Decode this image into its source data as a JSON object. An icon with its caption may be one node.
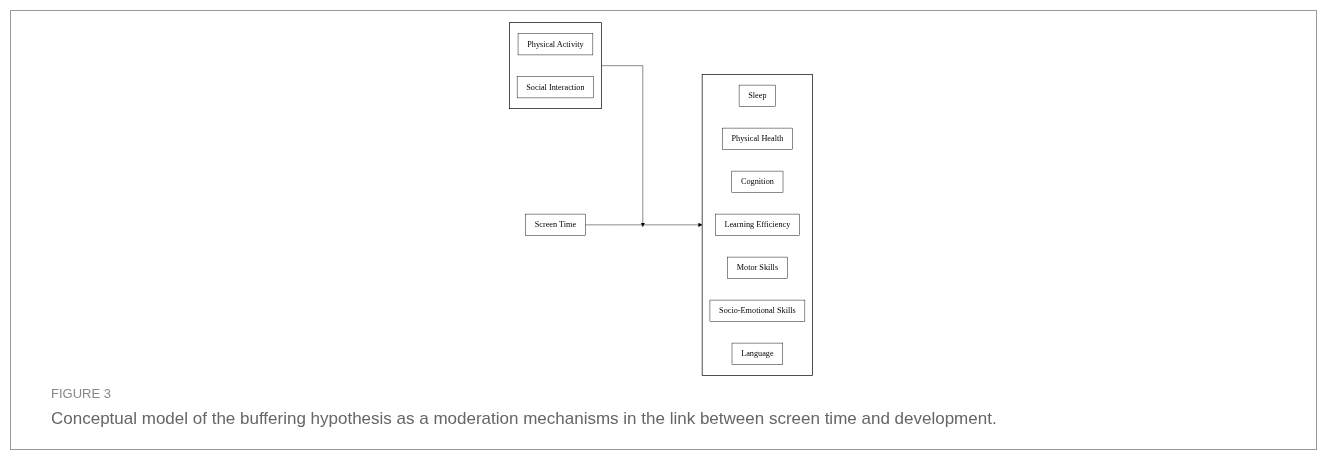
{
  "diagram": {
    "caption": "Conceptual model of the buffering hypothesis as a moderation mechanisms in the link between screen time and development.",
    "nodes": [
      {
        "text": [
          "Screen Time"
        ]
      },
      {
        "text": [],
        "shape": "box"
      },
      {
        "text": [
          "Physical Activity"
        ],
        "in": 1
      },
      {
        "text": [
          "Social Interaction"
        ],
        "in": 1
      },
      {
        "text": [],
        "shape": "box"
      },
      {
        "text": [
          "Sleep"
        ],
        "in": 4
      },
      {
        "text": [
          "Physical Health"
        ],
        "in": 4
      },
      {
        "text": [
          "Cognition"
        ],
        "in": 4
      },
      {
        "text": [
          "Learning Efficiency"
        ],
        "in": 4
      },
      {
        "text": [
          "Motor Skills"
        ],
        "in": 4
      },
      {
        "text": [
          "Socio-Emotional Skills"
        ],
        "in": 4
      },
      {
        "text": [
          "Language"
        ],
        "in": 4
      }
    ],
    "edges": [
      {
        "from": 0,
        "to": 4,
        "arrow": "to"
      },
      {
        "from": 1,
        "to": null,
        "arrow": "to"
      }
    ],
    "labels": [
      "FIGURE 3"
    ]
  }
}
